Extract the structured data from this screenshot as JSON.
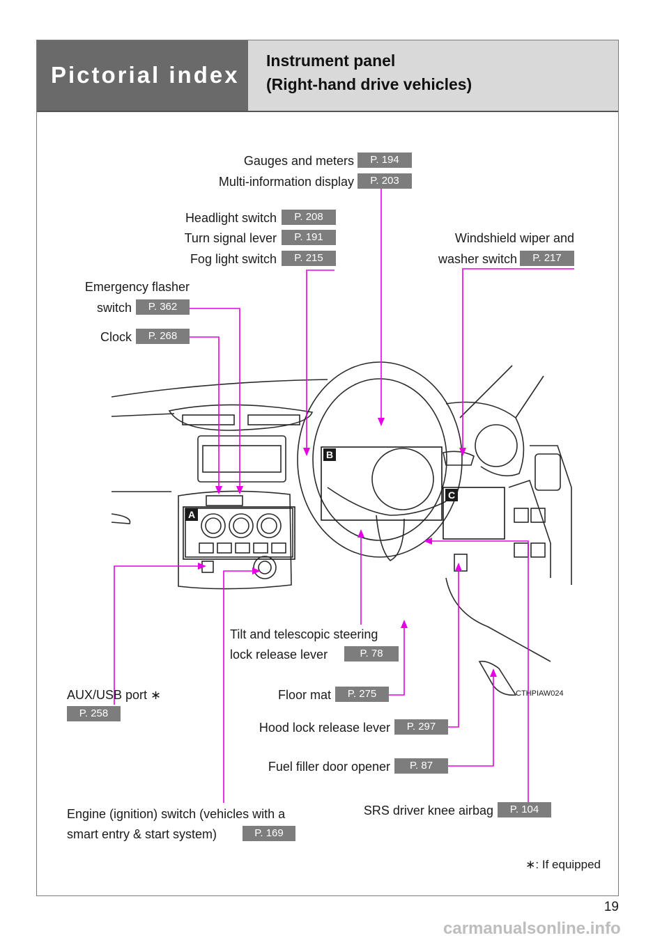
{
  "header": {
    "section": "Pictorial index",
    "title_line1": "Instrument panel",
    "title_line2": "(Right-hand drive vehicles)"
  },
  "callouts": {
    "gauges": {
      "label": "Gauges and meters",
      "page": "P. 194"
    },
    "multi_info": {
      "label": "Multi-information display",
      "page": "P. 203"
    },
    "headlight": {
      "label": "Headlight switch",
      "page": "P. 208"
    },
    "turn_signal": {
      "label": "Turn signal lever",
      "page": "P. 191"
    },
    "fog_light": {
      "label": "Fog light switch",
      "page": "P. 215"
    },
    "wiper_line1": "Windshield wiper and",
    "wiper": {
      "label": "washer switch",
      "page": "P. 217"
    },
    "emergency_line1": "Emergency flasher",
    "emergency": {
      "label": "switch",
      "page": "P. 362"
    },
    "clock": {
      "label": "Clock",
      "page": "P. 268"
    },
    "tilt_line1": "Tilt and telescopic steering",
    "tilt": {
      "label": "lock release lever",
      "page": "P. 78"
    },
    "aux": {
      "label": "AUX/USB port ∗",
      "page": "P. 258"
    },
    "floor_mat": {
      "label": "Floor mat",
      "page": "P. 275"
    },
    "hood": {
      "label": "Hood lock release lever",
      "page": "P. 297"
    },
    "fuel": {
      "label": "Fuel filler door opener",
      "page": "P. 87"
    },
    "engine_line1": "Engine (ignition) switch (vehicles with a",
    "engine": {
      "label": "smart entry & start system)",
      "page": "P. 169"
    },
    "srs": {
      "label": "SRS driver knee airbag",
      "page": "P. 104"
    }
  },
  "markers": {
    "a": "A",
    "b": "B",
    "c": "C"
  },
  "image_code": "CTHPIAW024",
  "footnote": "∗: If equipped",
  "page_number": "19",
  "watermark": "carmanualsonline.info",
  "colors": {
    "leader": "#e600e6",
    "badge": "#7d7d7d",
    "header_dark": "#6a6a6a",
    "header_light": "#d9d9d9"
  }
}
